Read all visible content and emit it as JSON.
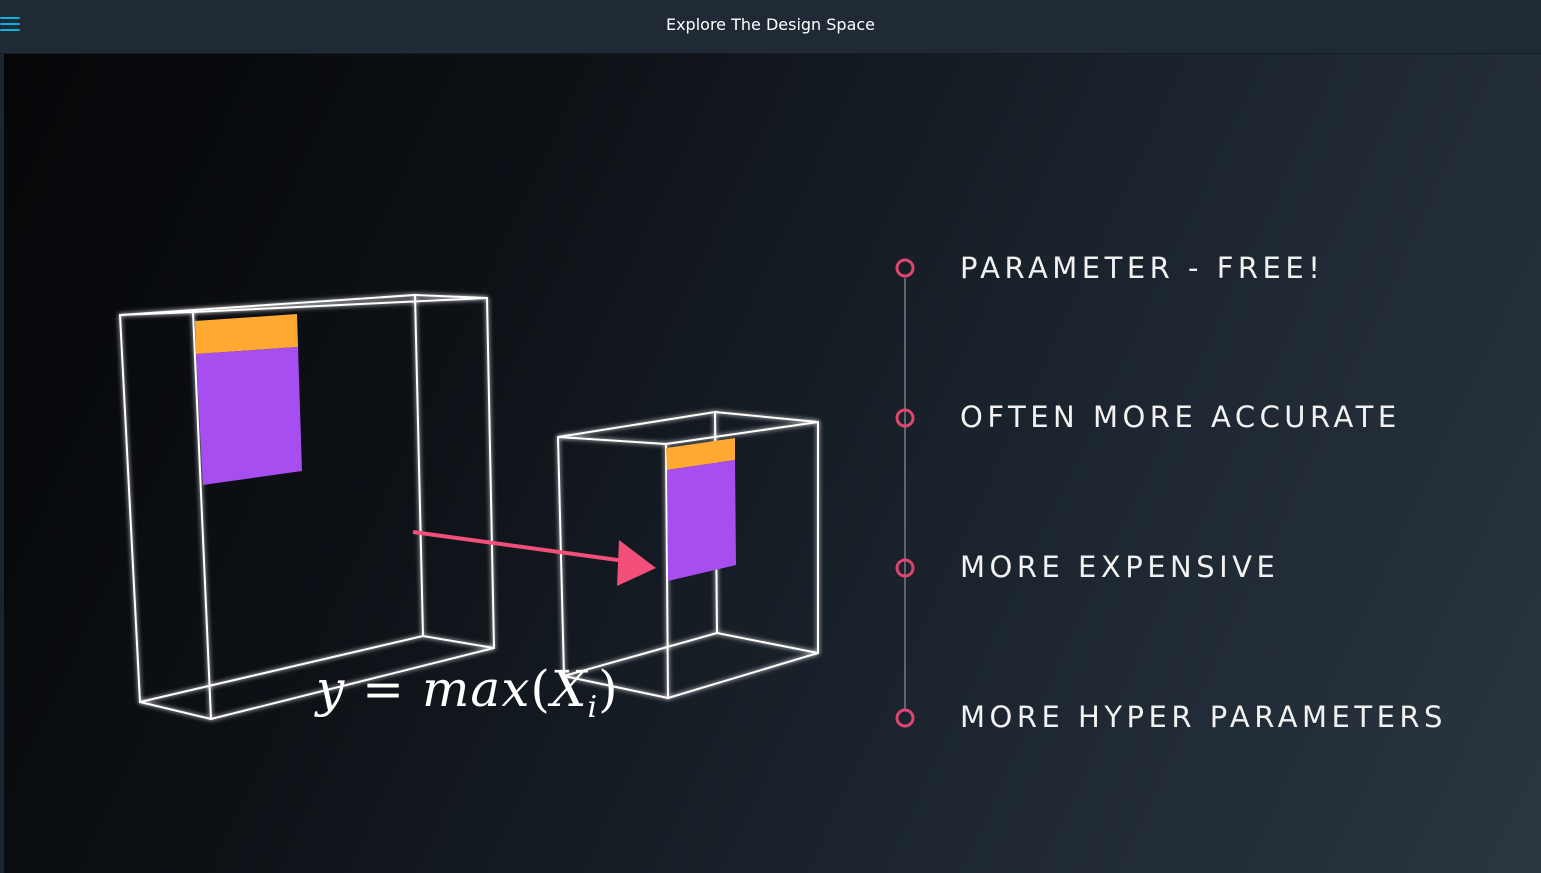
{
  "header": {
    "title": "Explore The Design Space",
    "menu_icon": "hamburger-menu-icon",
    "accent_color": "#02b3e4"
  },
  "slide": {
    "bullets": [
      {
        "text": "PARAMETER - FREE!"
      },
      {
        "text": "OFTEN MORE ACCURATE"
      },
      {
        "text": "MORE EXPENSIVE"
      },
      {
        "text": "MORE HYPER PARAMETERS"
      }
    ],
    "formula": {
      "lhs": "y",
      "equals": "=",
      "func": "max",
      "open": "(",
      "arg": "X",
      "sub": "i",
      "close": ")"
    },
    "colors": {
      "bullet_marker": "#e0456f",
      "arrow": "#f24f7a",
      "patch_top": "#ffa832",
      "patch_body": "#a64ef0",
      "box_outline": "#ffffff"
    }
  }
}
